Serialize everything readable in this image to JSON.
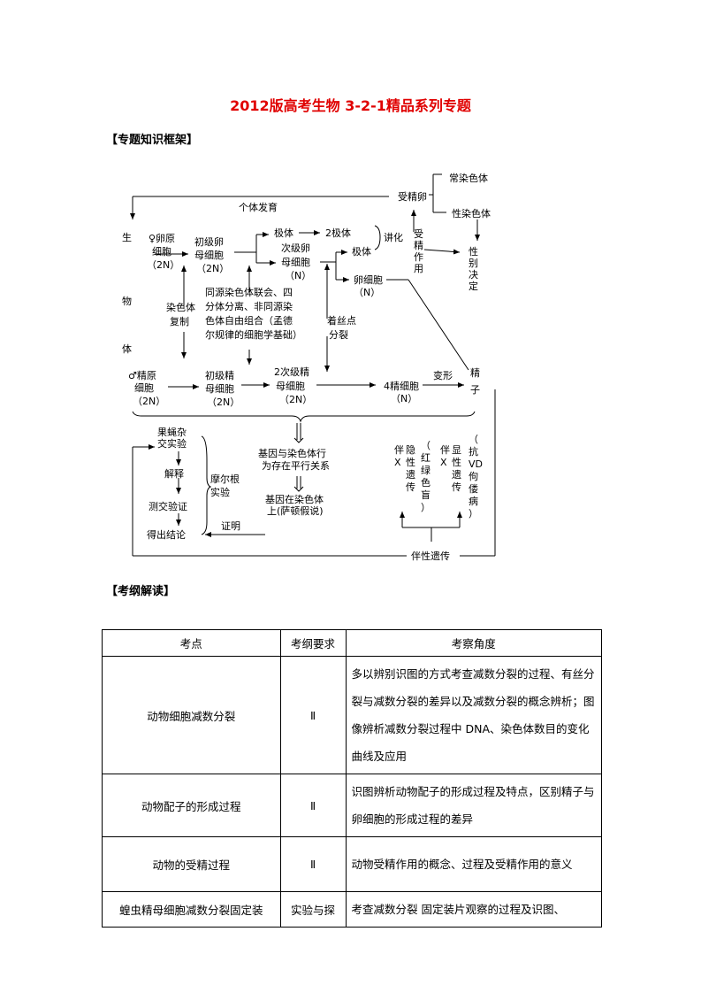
{
  "title": "2012版高考生物 3-2-1精品系列专题",
  "sections": {
    "framework": "【专题知识框架】",
    "syllabus": "【考纲解读】"
  },
  "diagram": {
    "shoujingluan": "受精卵",
    "changransetai": "常染色体",
    "xingransetai": "性染色体",
    "getifayu": "个体发育",
    "sheng": "生",
    "wu": "物",
    "ti": "体",
    "luanyuan": [
      "♀卵原",
      "细胞",
      "（2N）"
    ],
    "chujiluanmu": [
      "初级卵",
      "母细胞",
      "（2N）"
    ],
    "jiti": "极体",
    "erjiti": "2极体",
    "cijiluanmu": [
      "次级卵",
      "母细胞",
      "（N）"
    ],
    "jiti2": "极体",
    "tuihua": "讲化",
    "shoujingzuoyong": [
      "受",
      "精",
      "作",
      "用"
    ],
    "xingbiejueding": [
      "性",
      "别",
      "决",
      "定"
    ],
    "luanxibao": [
      "卵细胞",
      "（N）"
    ],
    "ransetifuzhi": [
      "染色体",
      "复制"
    ],
    "meiosis_note": [
      "同源染色体联会、四",
      "分体分离、非同源染",
      "色体自由组合（孟德",
      "尔规律的细胞学基础）"
    ],
    "zhuosidian": [
      "着丝点",
      "分裂"
    ],
    "jingyuan": [
      "♂精原",
      "细胞",
      "（2N）"
    ],
    "chujijingmu": [
      "初级精",
      "母细胞",
      "（2N）"
    ],
    "cijijingmu": [
      "2次级精",
      "母细胞",
      "（2N）"
    ],
    "sijingxibao": [
      "4精细胞",
      "（N）"
    ],
    "bianxing": "变形",
    "jingzi": [
      "精",
      "子"
    ],
    "guoying": [
      "果蝇杂",
      "交实验"
    ],
    "jieshi": "解释",
    "ceyanzheng": "测交验证",
    "dechujielun": "得出结论",
    "moergen": [
      "摩尔根",
      "实验"
    ],
    "zhengming": "证明",
    "jiyinpingxing": [
      "基因与染色体行",
      "为存在平行关系"
    ],
    "jiyinzaiRST": [
      "基因在染色体",
      "上(萨顿假说)"
    ],
    "yinxing": [
      "伴",
      "X",
      "隐",
      "性",
      "遗",
      "传"
    ],
    "hongluse": [
      "（",
      "红",
      "绿",
      "色",
      "盲",
      "）"
    ],
    "xianxing": [
      "伴",
      "X",
      "显",
      "性",
      "遗",
      "传"
    ],
    "kangvd": [
      "（",
      "抗",
      "VD",
      "佝",
      "偻",
      "病",
      "）"
    ],
    "banxingyichuan": "伴性遗传"
  },
  "table": {
    "headers": [
      "考点",
      "考纲要求",
      "考察角度"
    ],
    "rows": [
      {
        "point": "动物细胞减数分裂",
        "req": "Ⅱ",
        "angle": "多以辨别识图的方式考查减数分裂的过程、有丝分裂与减数分裂的差异以及减数分裂的概念辨析；图像辨析减数分裂过程中 DNA、染色体数目的变化曲线及应用"
      },
      {
        "point": "动物配子的形成过程",
        "req": "Ⅱ",
        "angle": "识图辨析动物配子的形成过程及特点，区别精子与卵细胞的形成过程的差异"
      },
      {
        "point": "动物的受精过程",
        "req": "Ⅱ",
        "angle": "动物受精作用的概念、过程及受精作用的意义"
      },
      {
        "point": "蝗虫精母细胞减数分裂固定装",
        "req": "实验与探",
        "angle": "考查减数分裂 固定装片观察的过程及识图、"
      }
    ]
  }
}
